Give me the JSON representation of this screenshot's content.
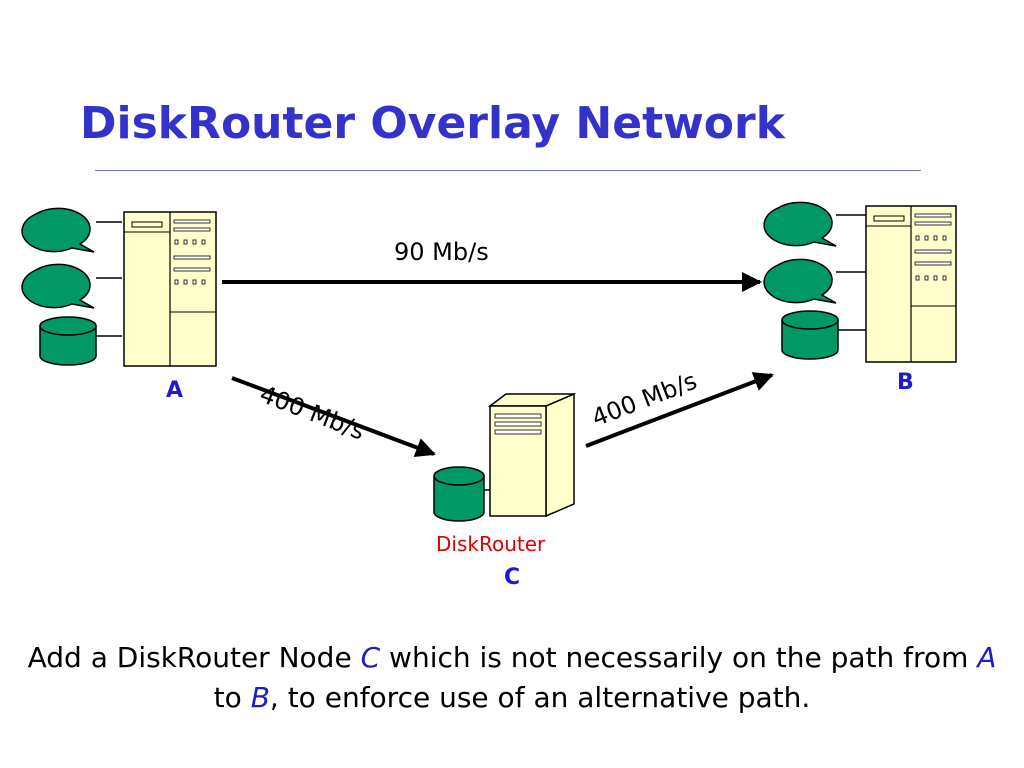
{
  "title": "DiskRouter Overlay Network",
  "colors": {
    "title": "#3333cc",
    "node_label": "#1c1ccc",
    "router_name": "#e00000",
    "device_fill": "#009966",
    "server_fill": "#ffffcc"
  },
  "nodes": {
    "a": {
      "label": "A"
    },
    "b": {
      "label": "B"
    },
    "c": {
      "name": "DiskRouter",
      "label": "C"
    }
  },
  "links": {
    "a_to_b": "90 Mb/s",
    "a_to_c": "400 Mb/s",
    "c_to_b": "400 Mb/s"
  },
  "caption": {
    "t1": "Add a DiskRouter Node ",
    "c": "C",
    "t2": " which is not necessarily on the path from ",
    "a": "A",
    "t3": " to ",
    "b": "B",
    "t4": ", to enforce use of an alternative path."
  }
}
